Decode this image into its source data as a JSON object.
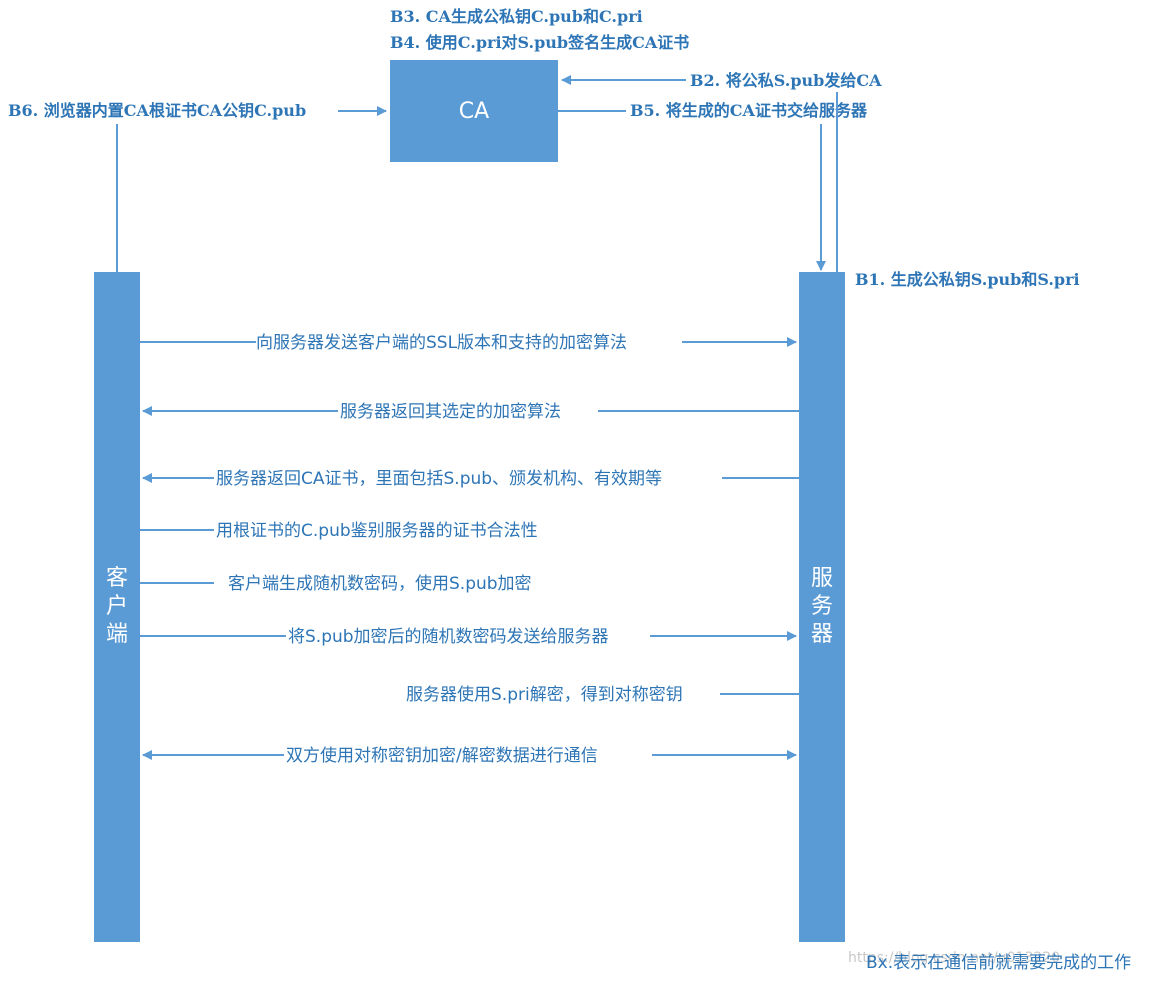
{
  "colors": {
    "box": "#5b9bd5",
    "line": "#5b9bd5",
    "text": "#2e75b6",
    "box_text": "#ffffff",
    "watermark": "#c8c8c8"
  },
  "ca": {
    "label": "CA"
  },
  "client": {
    "label": [
      "客",
      "户",
      "端"
    ]
  },
  "server": {
    "label": [
      "服",
      "务",
      "器"
    ]
  },
  "notes": {
    "b3": "B3. CA生成公私钥C.pub和C.pri",
    "b4": "B4. 使用C.pri对S.pub签名生成CA证书",
    "b2": "B2. 将公私S.pub发给CA",
    "b5": "B5. 将生成的CA证书交给服务器",
    "b6": "B6. 浏览器内置CA根证书CA公钥C.pub",
    "b1": "B1. 生成公私钥S.pub和S.pri"
  },
  "messages": [
    "向服务器发送客户端的SSL版本和支持的加密算法",
    "服务器返回其选定的加密算法",
    "服务器返回CA证书，里面包括S.pub、颁发机构、有效期等",
    "用根证书的C.pub鉴别服务器的证书合法性",
    "客户端生成随机数密码，使用S.pub加密",
    "将S.pub加密后的随机数密码发送给服务器",
    "服务器使用S.pri解密，得到对称密钥",
    "双方使用对称密钥加密/解密数据进行通信"
  ],
  "footer": "Bx.表示在通信前就需要完成的工作",
  "watermark": "https://blog.csdn.net/u013220"
}
